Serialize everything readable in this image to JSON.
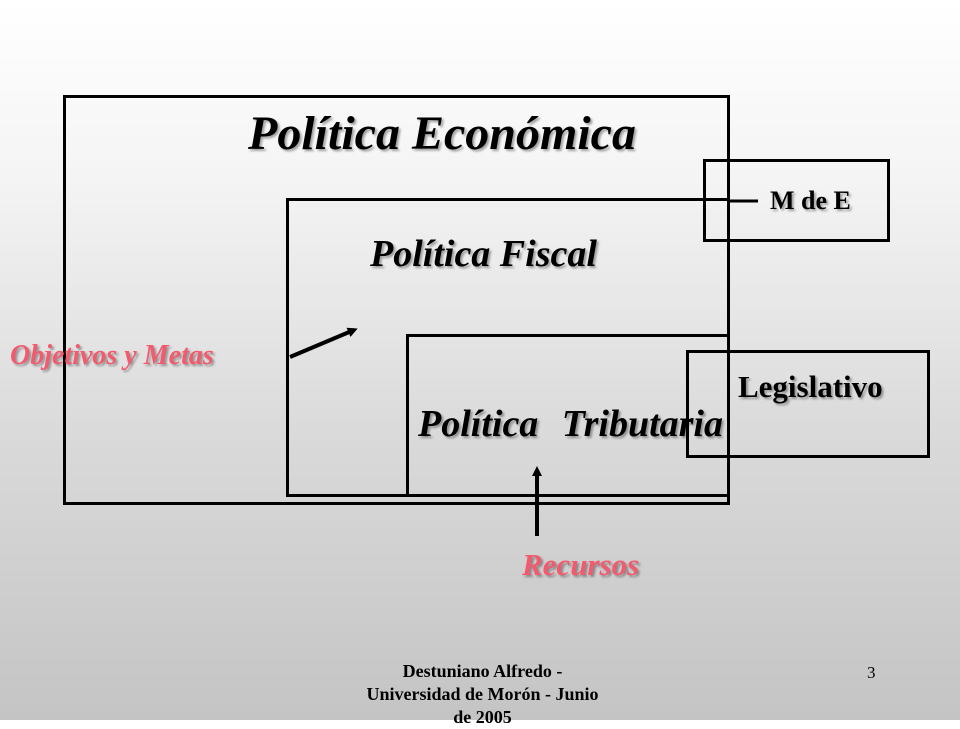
{
  "diagram": {
    "title_economica": "Política Económica",
    "title_fiscal": "Política  Fiscal",
    "title_tributaria": "Política Tributaria",
    "label_mde": "M de E",
    "label_legislativo": "Legislativo",
    "label_objetivos": "Objetivos y Metas",
    "label_recursos": "Recursos"
  },
  "footer": {
    "author_line1": "Destuniano Alfredo  -",
    "author_line2": "Universidad de Morón - Junio",
    "author_line3": "de 2005",
    "page_number": "3"
  },
  "colors": {
    "accent_label": "#f25a6e",
    "border": "#000000"
  }
}
